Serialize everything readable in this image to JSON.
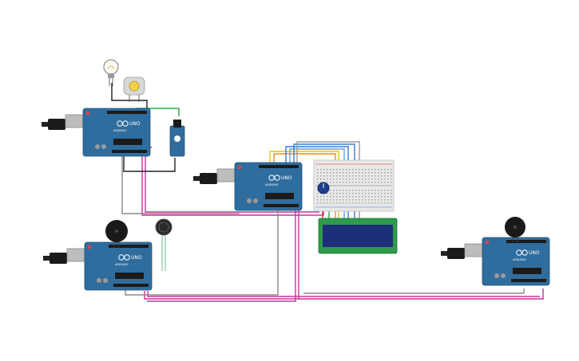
{
  "canvas": {
    "background": "#ffffff"
  },
  "colors": {
    "board": "#2f6d9e",
    "board_dark": "#1f4f78",
    "header": "#1b1b1b",
    "usb": "#b9b9b9",
    "jack": "#222222",
    "wire_magenta": "#c2349b",
    "wire_gray": "#8a8a8a",
    "wire_black": "#222222",
    "wire_red": "#d02a2a",
    "wire_green": "#2aa84a",
    "wire_blue": "#3a7bd5",
    "wire_yellow": "#e2c21c",
    "wire_orange": "#f08a24",
    "breadboard": "#e8e8e8",
    "lcd_frame": "#2e9a4b",
    "lcd_screen": "#1e2f7a",
    "buzzer": "#1a1a1a"
  },
  "board_labels": {
    "brand": "UNO",
    "model": "ARDUINO"
  },
  "components": {
    "boards": [
      "arduino-1",
      "arduino-2",
      "arduino-3",
      "arduino-4"
    ],
    "peripherals": [
      "light-bulb",
      "dc-motor",
      "servo",
      "potentiometer",
      "lcd-16x2",
      "breadboard",
      "force-sensor",
      "piezo-buzzer-1",
      "piezo-buzzer-2"
    ]
  }
}
